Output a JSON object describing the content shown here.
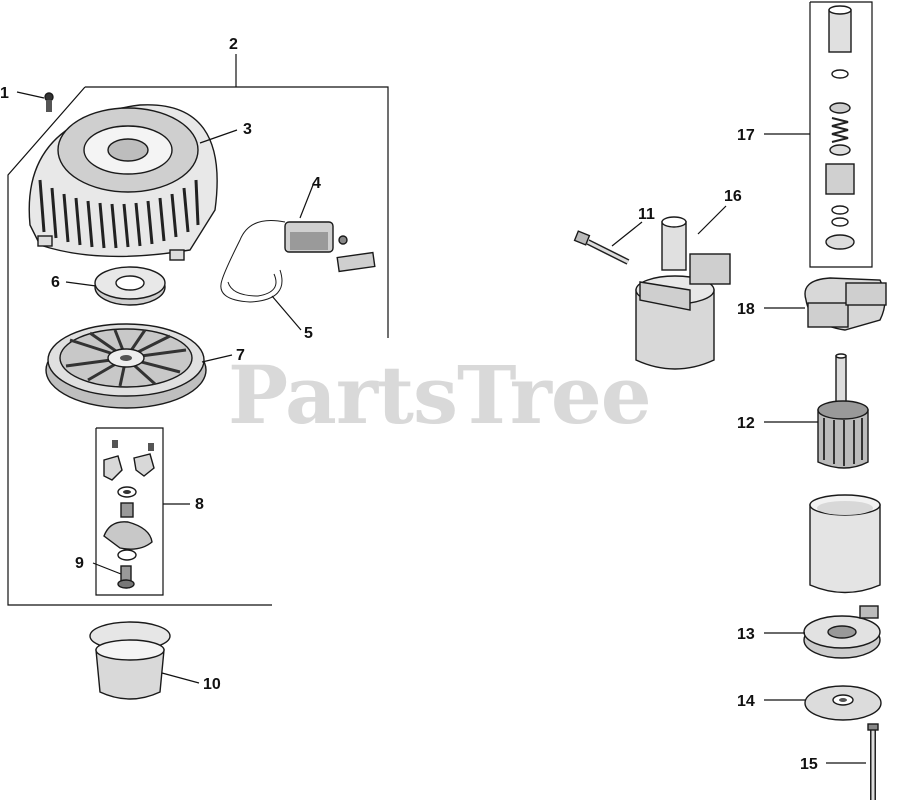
{
  "watermark": "PartsTree",
  "callouts": {
    "c1": "1",
    "c2": "2",
    "c3": "3",
    "c4": "4",
    "c5": "5",
    "c6": "6",
    "c7": "7",
    "c8": "8",
    "c9": "9",
    "c10": "10",
    "c11": "11",
    "c12": "12",
    "c13": "13",
    "c14": "14",
    "c15": "15",
    "c16": "16",
    "c17": "17",
    "c18": "18"
  }
}
